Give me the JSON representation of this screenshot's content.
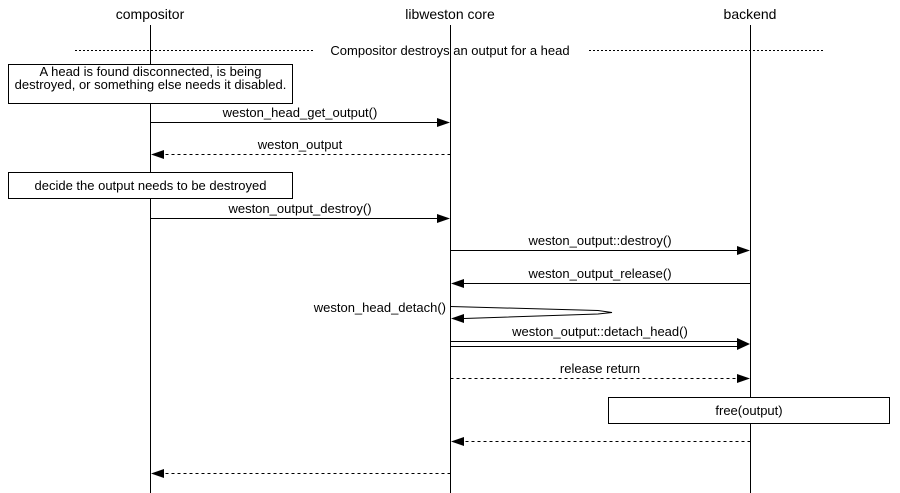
{
  "colors": {
    "line": "#000000",
    "background": "#ffffff",
    "text": "#000000"
  },
  "actors": [
    {
      "label": "compositor"
    },
    {
      "label": "libweston core"
    },
    {
      "label": "backend"
    }
  ],
  "divider": {
    "label": "Compositor destroys an output for a head"
  },
  "notes": [
    {
      "text": "A head is found disconnected, is being destroyed, or something else needs it disabled."
    },
    {
      "text": "decide the output needs to be destroyed"
    }
  ],
  "messages": [
    {
      "label": "weston_head_get_output()",
      "from": "compositor",
      "to": "libweston core",
      "style": "solid"
    },
    {
      "label": "weston_output",
      "from": "libweston core",
      "to": "compositor",
      "style": "dashed"
    },
    {
      "label": "weston_output_destroy()",
      "from": "compositor",
      "to": "libweston core",
      "style": "solid"
    },
    {
      "label": "weston_output::destroy()",
      "from": "libweston core",
      "to": "backend",
      "style": "solid"
    },
    {
      "label": "weston_output_release()",
      "from": "backend",
      "to": "libweston core",
      "style": "solid"
    },
    {
      "label": "weston_head_detach()",
      "from": "libweston core",
      "to": "libweston core",
      "style": "self"
    },
    {
      "label": "weston_output::detach_head()",
      "from": "libweston core",
      "to": "backend",
      "style": "double"
    },
    {
      "label": "release return",
      "from": "libweston core",
      "to": "backend",
      "style": "dashed"
    },
    {
      "label": "",
      "from": "backend",
      "to": "libweston core",
      "style": "dashed"
    },
    {
      "label": "",
      "from": "libweston core",
      "to": "compositor",
      "style": "dashed"
    }
  ],
  "action_box": {
    "label": "free(output)"
  }
}
